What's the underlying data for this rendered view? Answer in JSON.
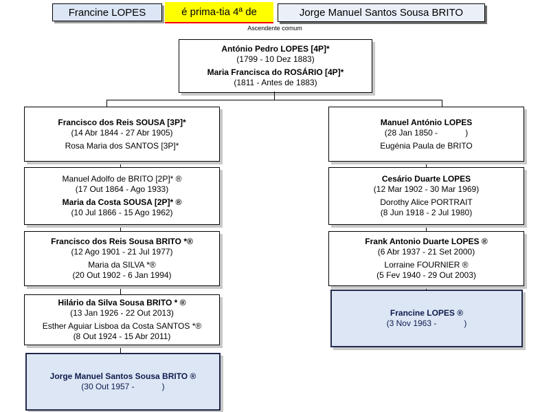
{
  "header": {
    "person_a": "Francine LOPES",
    "relationship": "é prima-tia 4ª de",
    "person_b": "Jorge Manuel Santos Sousa BRITO"
  },
  "common_ancestor_label": "Ascendente comum",
  "colors": {
    "highlight_yellow": "#ffff00",
    "highlight_underline_red": "#ff0000",
    "subject_box_blue": "#dce6f5",
    "box_shadow_gray": "#c9c9c9"
  },
  "ancestor_box": {
    "lines": [
      "António Pedro LOPES [4P]*",
      "(1799 - 10 Dez 1883)",
      "Maria Francisca do ROSÁRIO [4P]*",
      "(1811 - Antes de 1883)"
    ]
  },
  "left_column": [
    {
      "lines": [
        "Francisco dos Reis SOUSA [3P]*",
        "(14 Abr 1844 - 27 Abr 1905)",
        "Rosa Maria dos SANTOS [3P]*"
      ]
    },
    {
      "lines": [
        "Manuel Adolfo de BRITO [2P]* ®",
        "(17 Out 1864 - Ago 1933)",
        "Maria da Costa SOUSA [2P]* ®",
        "(10 Jul 1866 - 15 Ago 1962)"
      ]
    },
    {
      "lines": [
        "Francisco dos Reis Sousa BRITO *®",
        "(12 Ago 1901 - 21 Jul 1977)",
        "Maria da SILVA *®",
        "(20 Out 1902 - 6 Jan 1994)"
      ]
    },
    {
      "lines": [
        "Hilário da Silva Sousa BRITO * ®",
        "(13 Jan 1926 - 22 Out 2013)",
        "Esther Aguiar Lisboa da Costa SANTOS *®",
        "(8 Out 1924 - 15 Abr 2011)"
      ]
    },
    {
      "lines": [
        "Jorge Manuel Santos Sousa BRITO ®",
        "(30 Out 1957 -            )"
      ]
    }
  ],
  "right_column": [
    {
      "lines": [
        "Manuel António LOPES",
        "(28 Jan 1850 -            )",
        "Eugénia Paula de BRITO"
      ]
    },
    {
      "lines": [
        "Cesário Duarte LOPES",
        "(12 Mar 1902 - 30 Mar 1969)",
        "Dorothy Alice PORTRAIT",
        "(8 Jun 1918 - 2 Jul 1980)"
      ]
    },
    {
      "lines": [
        "Frank Antonio Duarte LOPES ®",
        "(6 Abr 1937 - 21 Set 2000)",
        "Lorraine FOURNIER ®",
        "(5 Fev 1940 - 29 Out 2003)"
      ]
    },
    {
      "lines": [
        "Francine LOPES ®",
        "(3 Nov 1963 -            )"
      ]
    }
  ]
}
